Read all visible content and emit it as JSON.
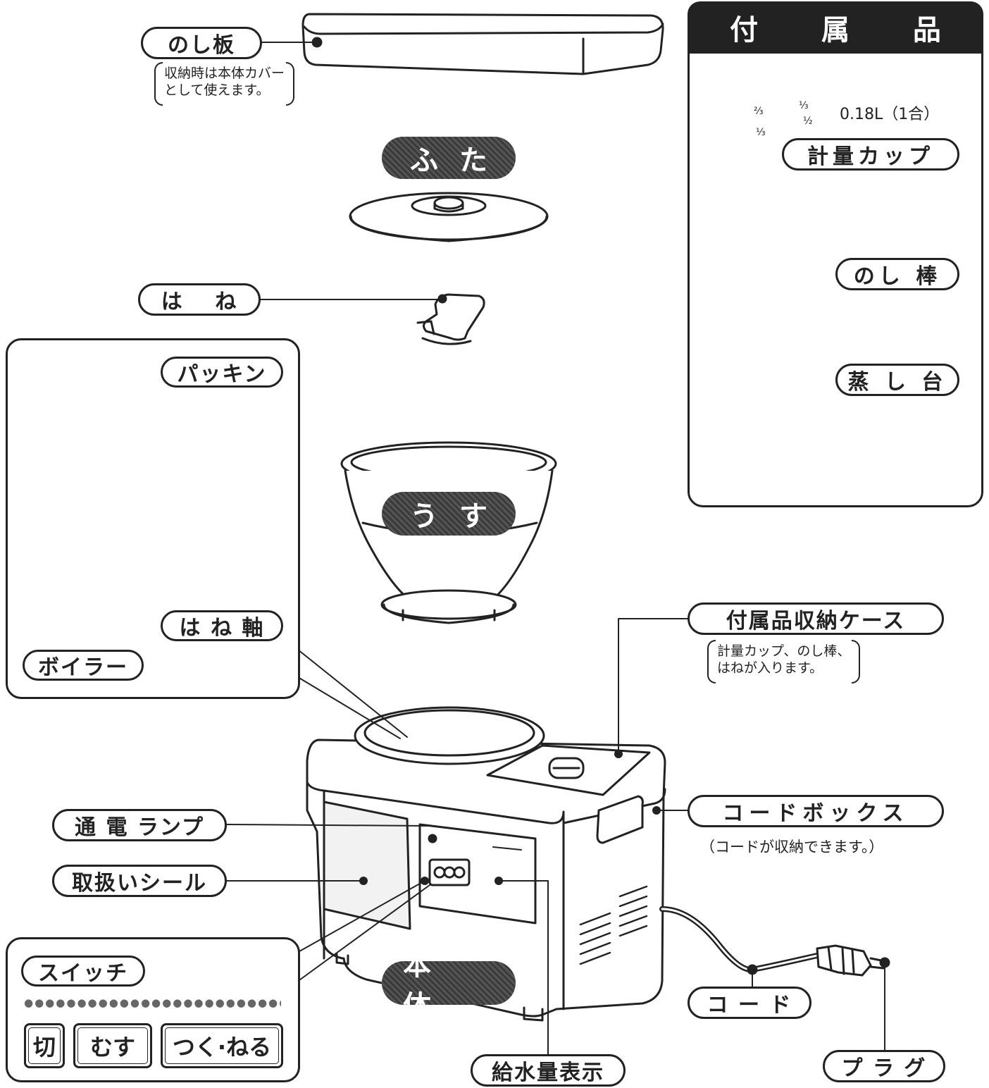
{
  "accessories": {
    "title": "付 属 品",
    "measuring_cup": "計量カップ",
    "cup_capacity": "0.18L（1合）",
    "cup_marks": [
      "⅓",
      "⅔",
      "⅓",
      "½"
    ],
    "rolling_pin": "のし 棒",
    "steam_stand": "蒸 し 台"
  },
  "parts": {
    "noshi_board": "のし板",
    "noshi_board_note_1": "収納時は本体カバー",
    "noshi_board_note_2": "として使えます。",
    "lid": "ふた",
    "blade": "は　 ね",
    "mortar": "うす",
    "main_body": "本 体"
  },
  "inset": {
    "packing": "パッキン",
    "blade_shaft": "は ね 軸",
    "boiler": "ボイラー"
  },
  "body_labels": {
    "storage_case": "付属品収納ケース",
    "storage_case_note_1": "計量カップ、のし棒、",
    "storage_case_note_2": "はねが入ります。",
    "cord_box": "コードボックス",
    "cord_box_note": "（コードが収納できます。）",
    "power_lamp": "通 電 ランプ",
    "handling_seal": "取扱いシール",
    "water_indicator": "給水量表示",
    "cord": "コ ー ド",
    "plug": "プ ラ グ"
  },
  "switch_panel": {
    "title": "スイッチ",
    "buttons": [
      "切",
      "むす",
      "つく·ねる"
    ]
  }
}
